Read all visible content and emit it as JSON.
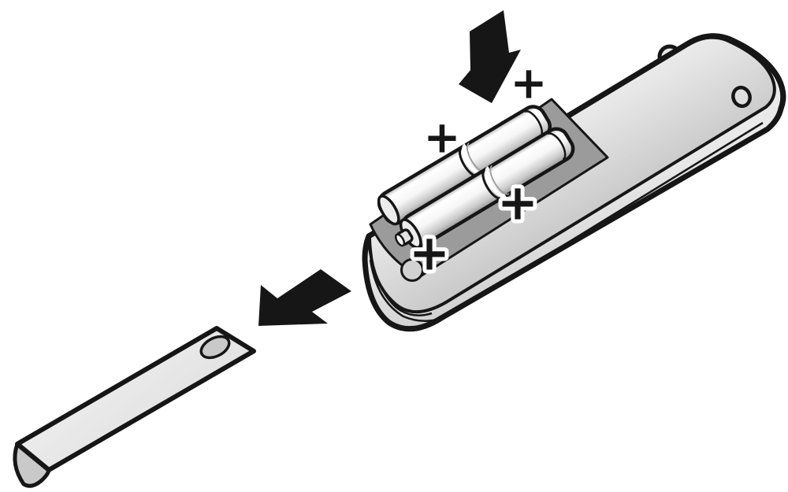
{
  "figure": {
    "description": "Instructional diagram: slide off the battery cover of a remote control and insert two batteries with the positive terminals positioned as marked",
    "background_color": "#ffffff"
  },
  "remote": {
    "label": "remote-control-back",
    "outline_color": "#161616",
    "body_light_color": "#fafafa",
    "body_dark_color": "#c2c2c2",
    "compartment_color": "#9b9b9b",
    "features": [
      "battery-compartment",
      "strap-nub",
      "cover-screw-hole",
      "cover-latch-notch"
    ]
  },
  "batteries": {
    "count": 2,
    "body_color": "#f2f2f2",
    "terminal_mark": "+"
  },
  "battery_cover": {
    "label": "battery-cover-strip",
    "color": "#e7e7e7",
    "end_cap_color": "#c9c9c9",
    "hole_color": "#c9c9c9",
    "feature": "thumb-hole"
  },
  "arrows": [
    {
      "name": "insert-arrow",
      "direction": "down",
      "color": "#161616"
    },
    {
      "name": "remove-cover-arrow",
      "direction": "down-left",
      "color": "#161616"
    }
  ],
  "plus_signs": [
    {
      "symbol": "+",
      "outlined": false
    },
    {
      "symbol": "+",
      "outlined": false
    },
    {
      "symbol": "+",
      "outlined": true
    },
    {
      "symbol": "+",
      "outlined": true
    }
  ]
}
